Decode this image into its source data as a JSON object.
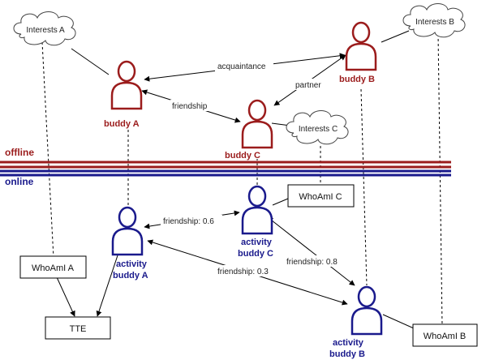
{
  "clouds": {
    "a": "Interests A",
    "b": "Interests B",
    "c": "Interests C"
  },
  "offline_people": {
    "a": "buddy A",
    "b": "buddy B",
    "c": "buddy C"
  },
  "online_people": {
    "a": [
      "activity",
      "buddy A"
    ],
    "b": [
      "activity",
      "buddy B"
    ],
    "c": [
      "activity",
      "buddy C"
    ]
  },
  "relations": {
    "acquaintance": "acquaintance",
    "partner": "partner",
    "friendship": "friendship",
    "online_ac": "friendship: 0.6",
    "online_ab": "friendship: 0.3",
    "online_cb": "friendship: 0.8"
  },
  "layers": {
    "offline": "offline",
    "online": "online"
  },
  "boxes": {
    "whoami_a": "WhoAmI A",
    "whoami_b": "WhoAmI B",
    "whoami_c": "WhoAmI C",
    "tte": "TTE"
  },
  "colors": {
    "offline": "#9b1c1c",
    "online": "#1a1a8c"
  }
}
